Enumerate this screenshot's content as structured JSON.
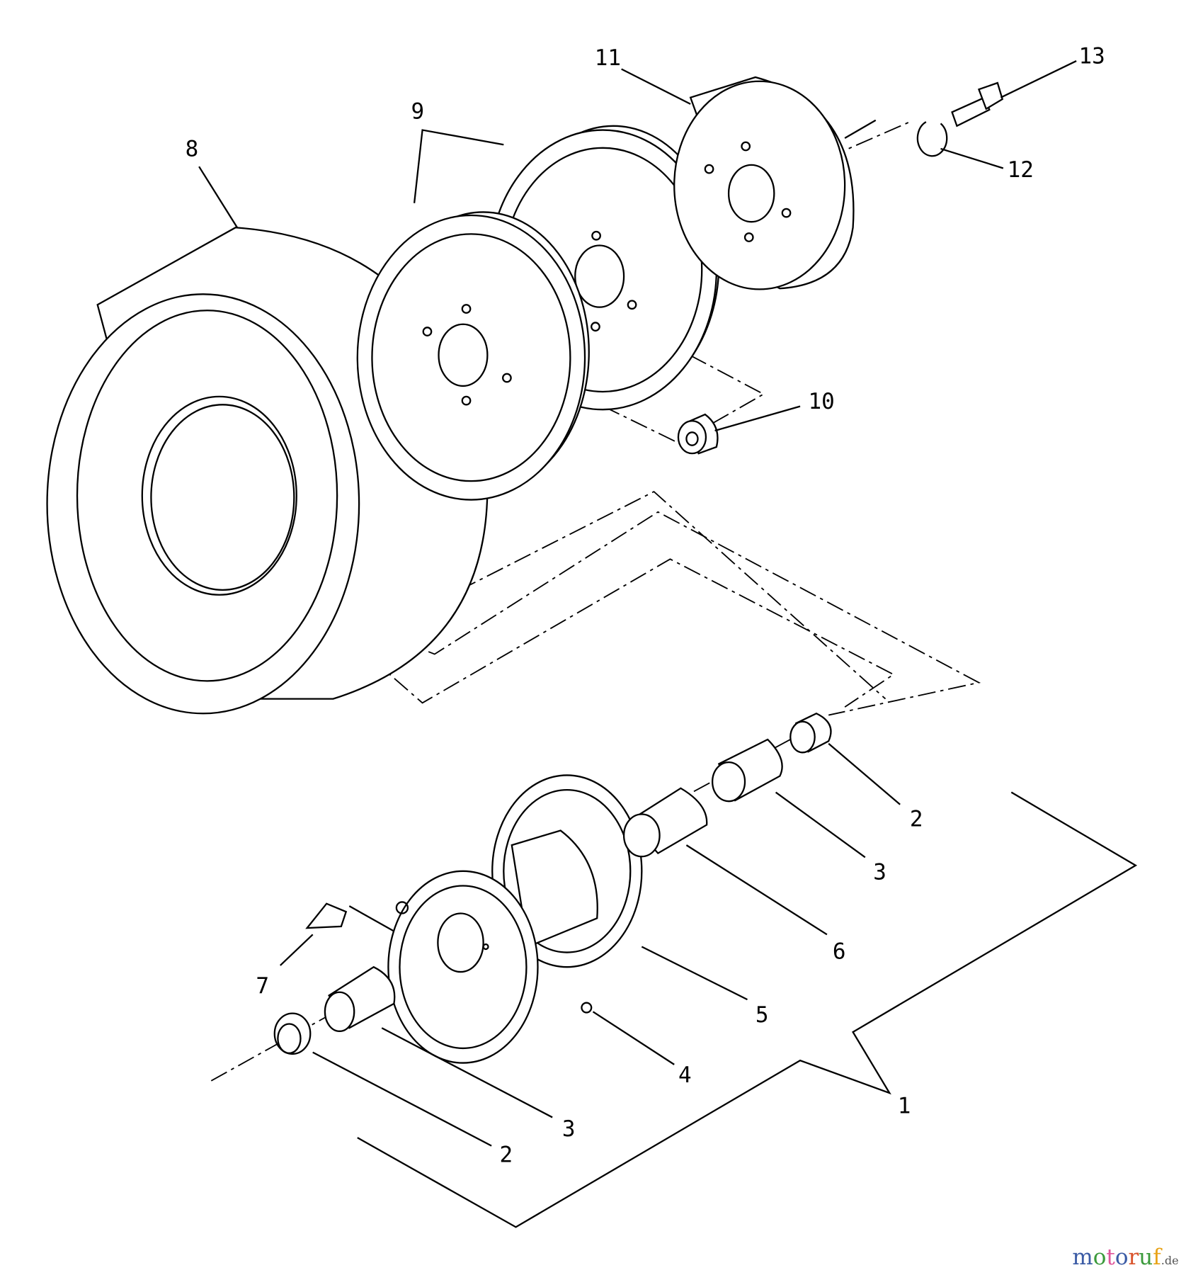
{
  "diagram": {
    "type": "exploded parts diagram",
    "callouts": [
      "1",
      "2",
      "2",
      "3",
      "3",
      "4",
      "5",
      "6",
      "7",
      "8",
      "9",
      "10",
      "11",
      "12",
      "13"
    ]
  },
  "watermark": {
    "letters": [
      "m",
      "o",
      "t",
      "o",
      "r",
      "u",
      "f"
    ],
    "suffix": ".de",
    "colors": [
      "#3b5ba5",
      "#3b9a3b",
      "#e0559b",
      "#3b5ba5",
      "#d9532b",
      "#3b9a3b",
      "#e8a317"
    ]
  }
}
